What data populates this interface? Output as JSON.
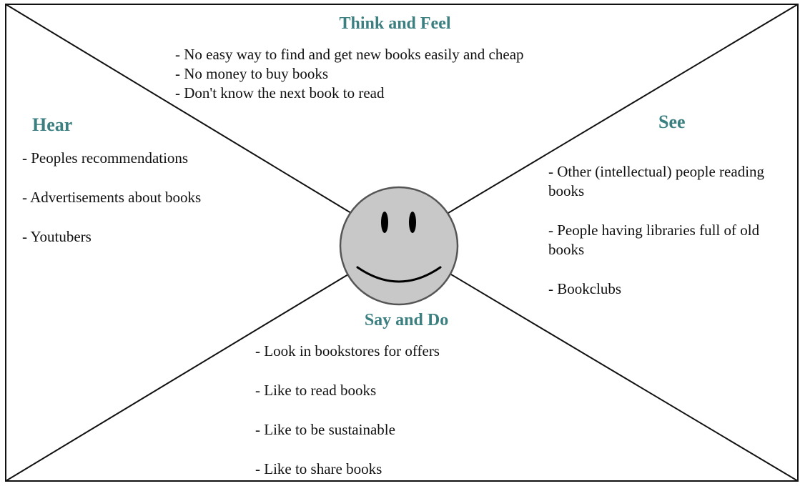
{
  "think_and_feel": {
    "heading": "Think and Feel",
    "items": [
      "- No easy way to find and get new books easily and cheap",
      "- No money to buy books",
      "- Don't know the next book to read"
    ]
  },
  "hear": {
    "heading": "Hear",
    "items": [
      "- Peoples recommendations",
      "- Advertisements about books",
      "- Youtubers"
    ]
  },
  "see": {
    "heading": "See",
    "items": [
      "- Other (intellectual) people reading books",
      "- People having libraries full of old books",
      "- Bookclubs"
    ]
  },
  "say_and_do": {
    "heading": "Say and Do",
    "items": [
      "- Look in bookstores for offers",
      "- Like to read books",
      "- Like to be sustainable",
      "- Like to share books"
    ]
  },
  "colors": {
    "heading": "#3b7f80",
    "face_fill": "#c8c8c8",
    "lines": "#111111"
  },
  "icons": {
    "center": "smiley-face-icon"
  }
}
